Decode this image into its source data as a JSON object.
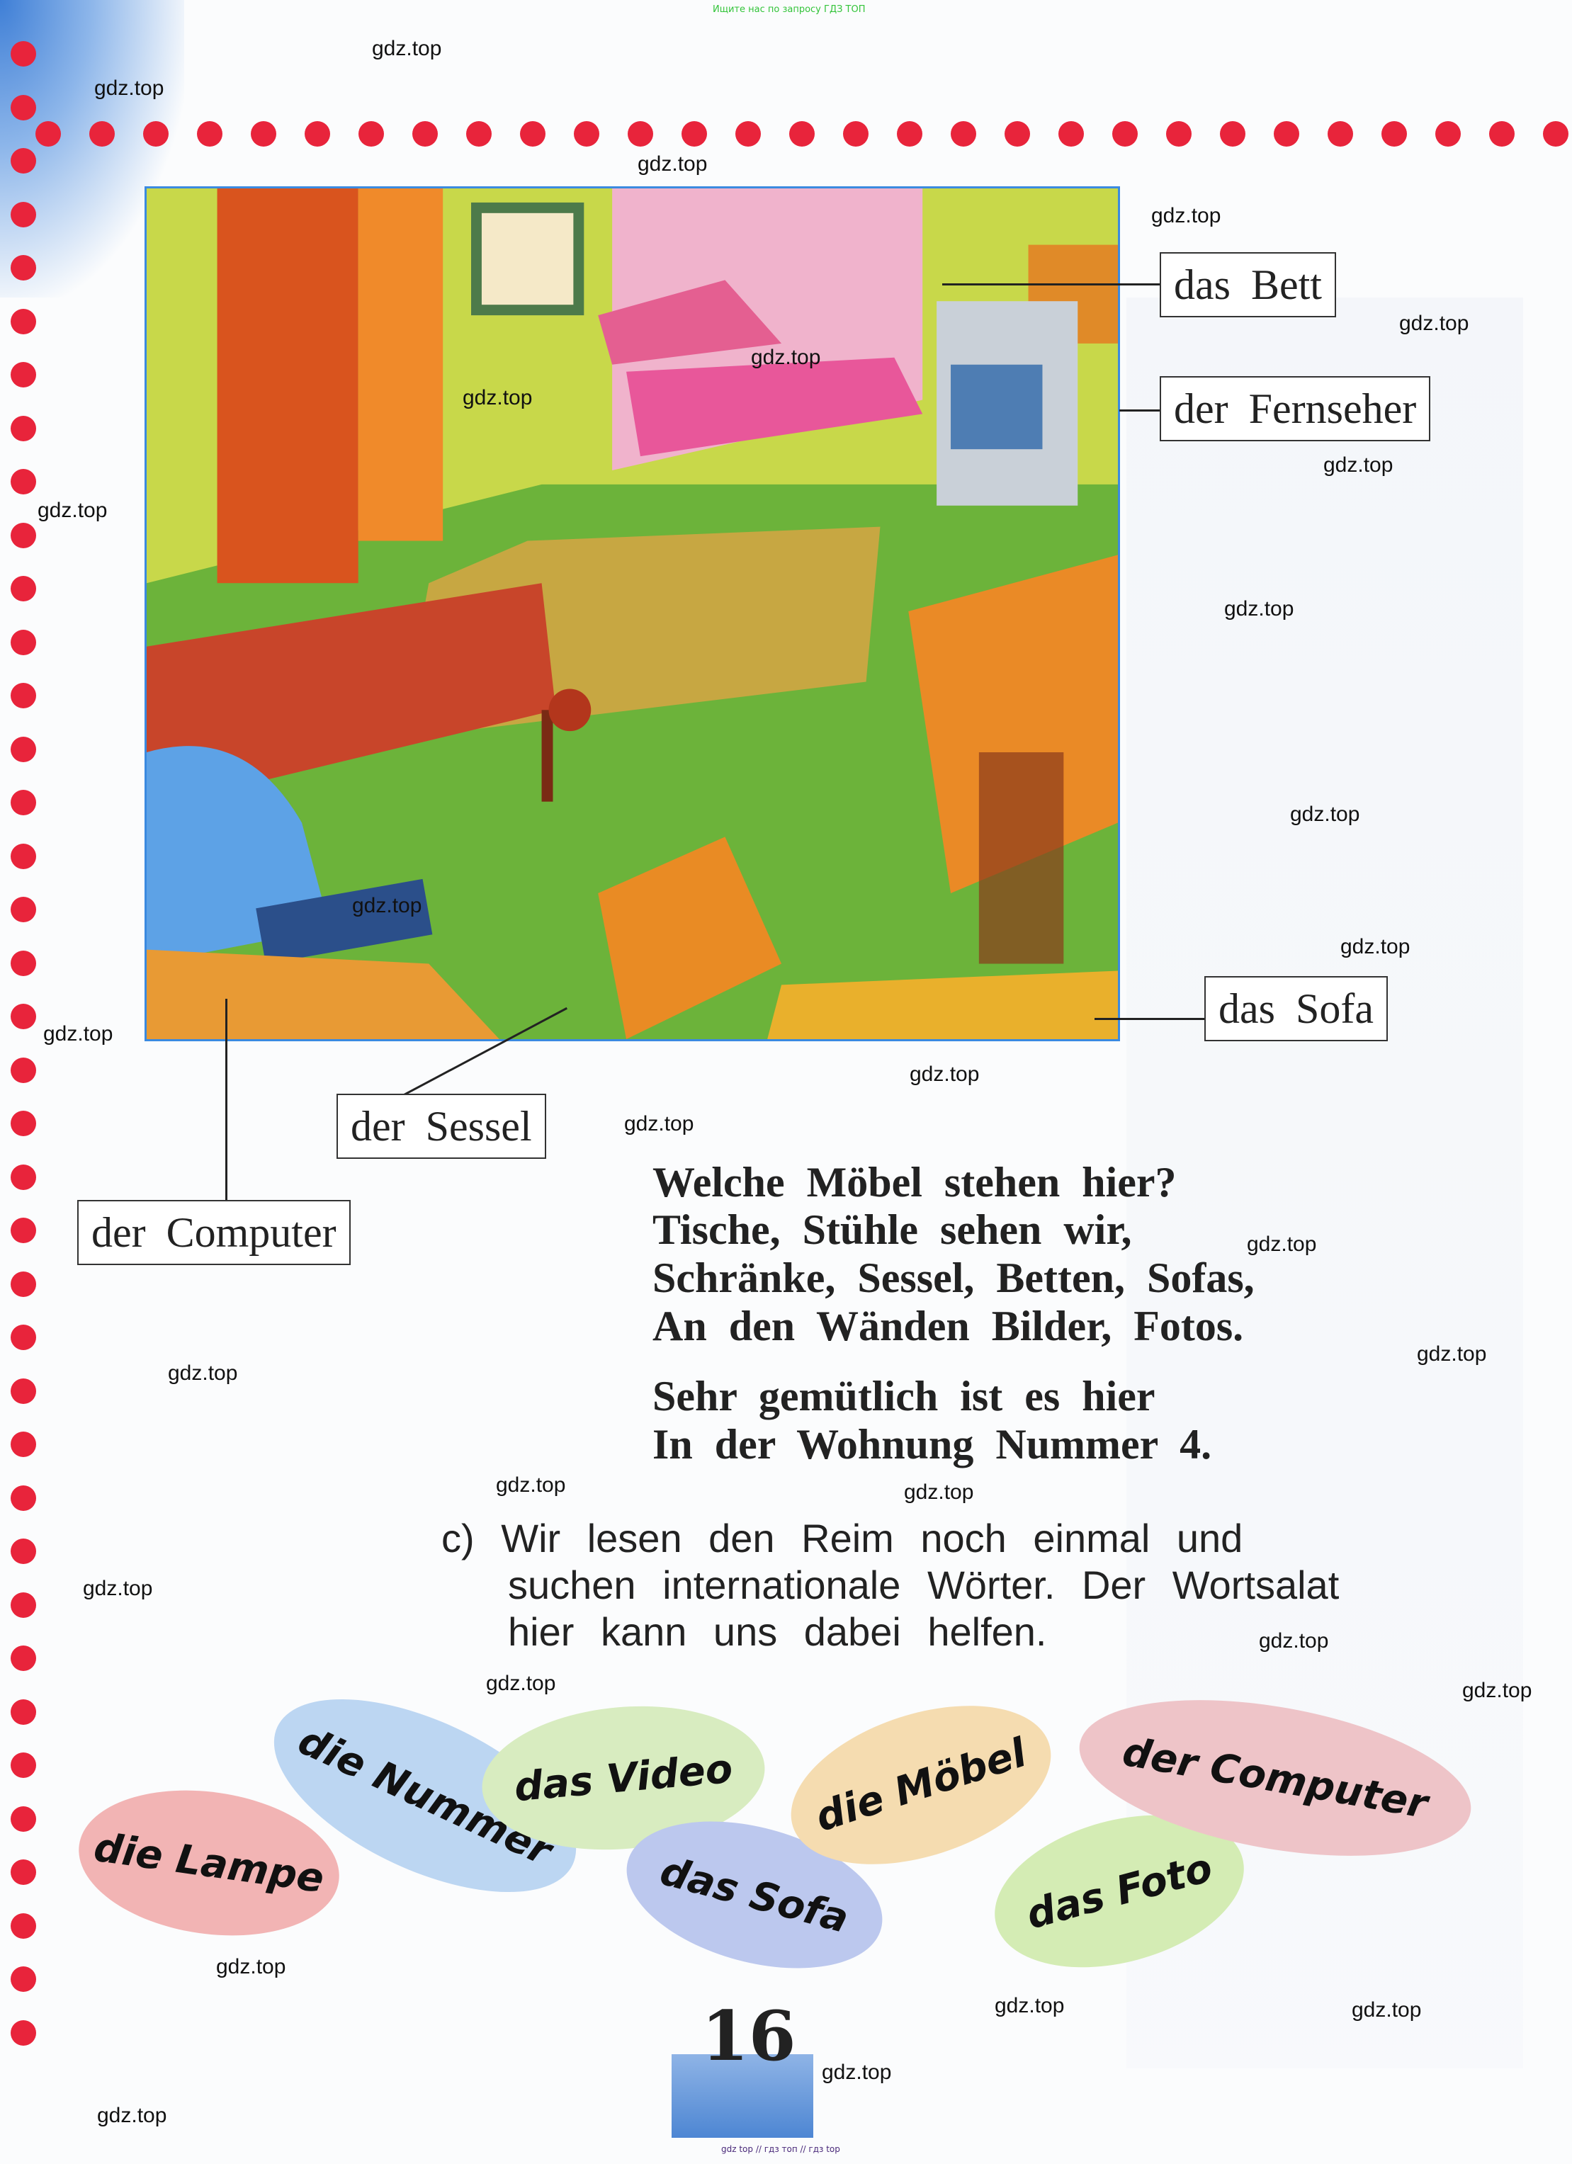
{
  "header_note": "Ищите нас по запросу ГДЗ ТОП",
  "footer_note": "gdz top // гдз топ // гдз top",
  "watermark": "gdz.top",
  "picture_labels": {
    "bed": "das Bett",
    "tv": "der Fernseher",
    "sofa": "das Sofa",
    "armchair": "der Sessel",
    "computer": "der Computer"
  },
  "poem": [
    "Welche Möbel stehen hier?",
    "Tische, Stühle sehen wir,",
    "Schränke, Sessel, Betten, Sofas,",
    "An den Wänden Bilder, Fotos.",
    "Sehr gemütlich ist es hier",
    "In der Wohnung Nummer 4."
  ],
  "task": [
    "c) Wir lesen den Reim noch einmal und",
    "suchen internationale Wörter. Der Wortsalat",
    "hier kann uns dabei helfen."
  ],
  "balloons": [
    "die Lampe",
    "die Nummer",
    "das Video",
    "das Sofa",
    "die Möbel",
    "das Foto",
    "der Computer"
  ],
  "page_number": "16",
  "colors": {
    "dots": "#e8243b",
    "frame": "#3b8ae0"
  }
}
